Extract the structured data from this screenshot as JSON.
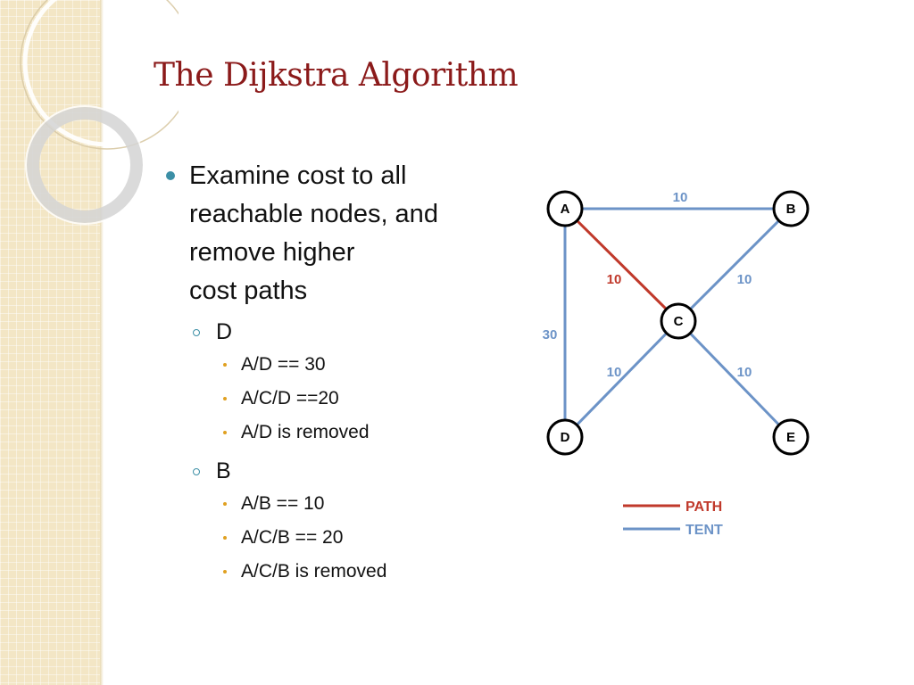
{
  "slide": {
    "title": "The Dijkstra Algorithm"
  },
  "content": {
    "main_bullet": {
      "lines": [
        "Examine cost to all",
        "reachable nodes, and",
        "remove higher",
        "cost paths"
      ]
    },
    "sections": [
      {
        "label": "D",
        "items": [
          "A/D == 30",
          "A/C/D ==20",
          "A/D is removed"
        ]
      },
      {
        "label": "B",
        "items": [
          "A/B == 10",
          "A/C/B == 20",
          "A/C/B is removed"
        ]
      }
    ]
  },
  "graph": {
    "nodes": [
      {
        "id": "A",
        "label": "A"
      },
      {
        "id": "B",
        "label": "B"
      },
      {
        "id": "C",
        "label": "C"
      },
      {
        "id": "D",
        "label": "D"
      },
      {
        "id": "E",
        "label": "E"
      }
    ],
    "edges": [
      {
        "from": "A",
        "to": "B",
        "weight": "10",
        "kind": "tent"
      },
      {
        "from": "A",
        "to": "C",
        "weight": "10",
        "kind": "path"
      },
      {
        "from": "B",
        "to": "C",
        "weight": "10",
        "kind": "tent"
      },
      {
        "from": "A",
        "to": "D",
        "weight": "30",
        "kind": "tent"
      },
      {
        "from": "C",
        "to": "D",
        "weight": "10",
        "kind": "tent"
      },
      {
        "from": "C",
        "to": "E",
        "weight": "10",
        "kind": "tent"
      }
    ],
    "legend": [
      {
        "kind": "path",
        "label": "PATH"
      },
      {
        "kind": "tent",
        "label": "TENT"
      }
    ],
    "colors": {
      "path": "#c0392b",
      "tent": "#6c93c7"
    }
  },
  "theme": {
    "title_color": "#8b1a1a",
    "bullet_color": "#3c8fa6",
    "sub_bullet_color": "#e0a020"
  }
}
